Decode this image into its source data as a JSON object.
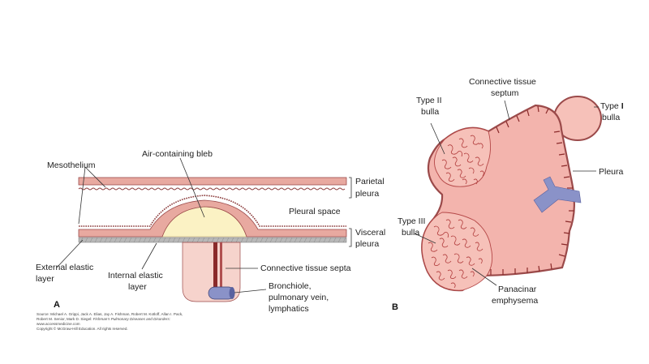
{
  "panel_a": {
    "letter": "A",
    "labels": {
      "mesothelium": "Mesothelium",
      "air_bleb": "Air-containing bleb",
      "parietal": [
        "Parietal",
        "pleura"
      ],
      "pleural_space": "Pleural space",
      "visceral": [
        "Visceral",
        "pleura"
      ],
      "external_elastic": [
        "External elastic",
        "layer"
      ],
      "internal_elastic": [
        "Internal elastic",
        "layer"
      ],
      "septa": "Connective tissue septa",
      "bronchiole": [
        "Bronchiole,",
        "pulmonary vein,",
        "lymphatics"
      ]
    }
  },
  "panel_b": {
    "letter": "B",
    "labels": {
      "septum": [
        "Connective tissue",
        "septum"
      ],
      "type2": [
        "Type II",
        "bulla"
      ],
      "type1": [
        "Type ",
        "I",
        "bulla"
      ],
      "pleura": "Pleura",
      "type3": [
        "Type III",
        "bulla"
      ],
      "panacinar": [
        "Panacinar",
        "emphysema"
      ]
    }
  },
  "source": {
    "line1": "Source: Michael A. Grippi, Jack A. Elias, Jay A. Fishman, Robert M. Kotloff, Allan I. Pack,",
    "line2_a": "Robert M. Senior, Mark D. Siegel: ",
    "line2_b": "Fishman's Pulmonary Diseases and Disorders:",
    "line3": "www.accessmedicine.com",
    "line4": "Copyright © McGraw-Hill Education. All rights reserved."
  },
  "colors": {
    "pleura_fill": "#e8a9a0",
    "pleura_stroke": "#9b4a4a",
    "bleb_fill": "#fbf2c4",
    "lung_fill": "#f3b4ad",
    "bulla_fill": "#f6c1b9",
    "vessel_fill": "#8a92c8",
    "elastic_gray": "#b8b8b8",
    "septa_dark": "#8a2a2a"
  }
}
